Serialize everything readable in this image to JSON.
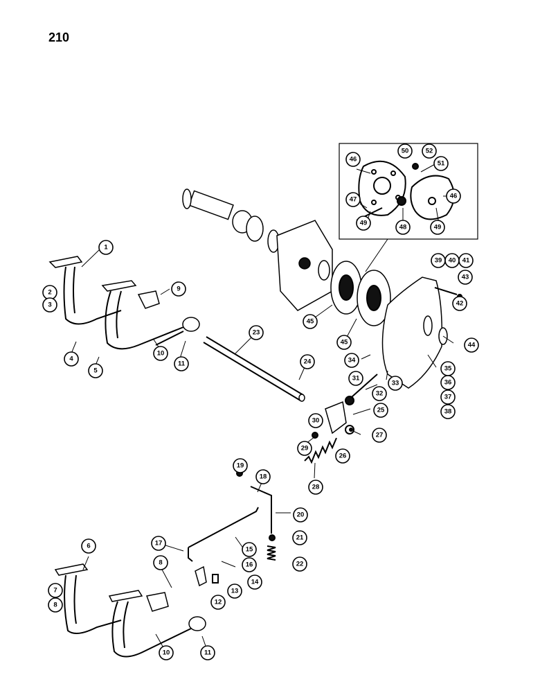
{
  "page": {
    "number": "210"
  },
  "callouts": [
    {
      "label": "1"
    },
    {
      "label": "2"
    },
    {
      "label": "3"
    },
    {
      "label": "4"
    },
    {
      "label": "5"
    },
    {
      "label": "9"
    },
    {
      "label": "10"
    },
    {
      "label": "11"
    },
    {
      "label": "23"
    },
    {
      "label": "24"
    },
    {
      "label": "45"
    },
    {
      "label": "45"
    },
    {
      "label": "46"
    },
    {
      "label": "50"
    },
    {
      "label": "52"
    },
    {
      "label": "51"
    },
    {
      "label": "46"
    },
    {
      "label": "47"
    },
    {
      "label": "49"
    },
    {
      "label": "48"
    },
    {
      "label": "49"
    },
    {
      "label": "39"
    },
    {
      "label": "40"
    },
    {
      "label": "41"
    },
    {
      "label": "43"
    },
    {
      "label": "42"
    },
    {
      "label": "44"
    },
    {
      "label": "35"
    },
    {
      "label": "36"
    },
    {
      "label": "37"
    },
    {
      "label": "38"
    },
    {
      "label": "34"
    },
    {
      "label": "33"
    },
    {
      "label": "31"
    },
    {
      "label": "32"
    },
    {
      "label": "25"
    },
    {
      "label": "30"
    },
    {
      "label": "29"
    },
    {
      "label": "27"
    },
    {
      "label": "26"
    },
    {
      "label": "28"
    },
    {
      "label": "19"
    },
    {
      "label": "18"
    },
    {
      "label": "20"
    },
    {
      "label": "21"
    },
    {
      "label": "22"
    },
    {
      "label": "17"
    },
    {
      "label": "15"
    },
    {
      "label": "16"
    },
    {
      "label": "14"
    },
    {
      "label": "13"
    },
    {
      "label": "12"
    },
    {
      "label": "6"
    },
    {
      "label": "7"
    },
    {
      "label": "8"
    },
    {
      "label": "8"
    },
    {
      "label": "10"
    },
    {
      "label": "11"
    }
  ]
}
